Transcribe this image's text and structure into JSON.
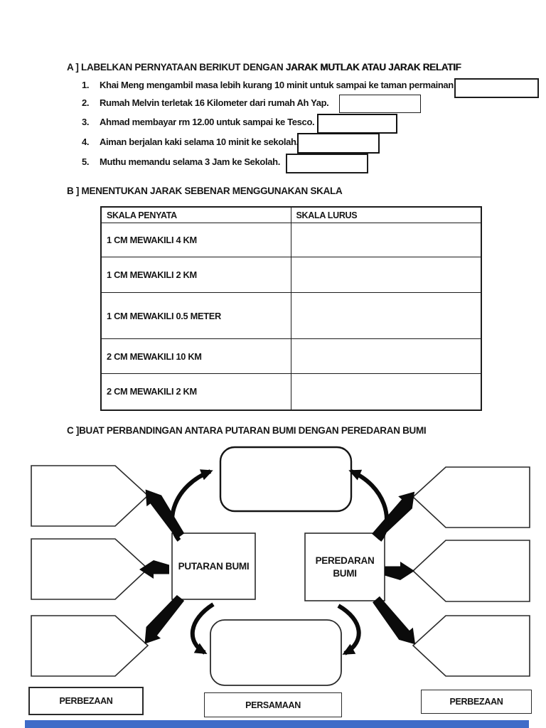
{
  "section_a": {
    "heading": {
      "prefix": "A ] LABELKAN PERNYATAAN BERIKUT DENGAN ",
      "emphasis": "JARAK MUTLAK ATAU JARAK RELATIF"
    },
    "items": [
      {
        "num": "1.",
        "text": "Khai Meng mengambil masa lebih kurang 10 minit untuk sampai ke taman permainan"
      },
      {
        "num": "2.",
        "text": "Rumah Melvin terletak 16 Kilometer dari rumah Ah Yap."
      },
      {
        "num": "3.",
        "text": "Ahmad membayar rm 12.00 untuk sampai ke Tesco."
      },
      {
        "num": "4.",
        "text": "Aiman berjalan kaki selama 10 minit ke sekolah."
      },
      {
        "num": "5.",
        "text": "Muthu memandu selama 3 Jam ke Sekolah."
      }
    ]
  },
  "section_b": {
    "heading": "B ] MENENTUKAN JARAK SEBENAR MENGGUNAKAN SKALA",
    "table": {
      "col1_header": "SKALA PENYATA",
      "col2_header": "SKALA LURUS",
      "rows": [
        "1 CM MEWAKILI 4 KM",
        "1 CM MEWAKILI 2 KM",
        "1 CM MEWAKILI 0.5 METER",
        "2 CM MEWAKILI 10 KM",
        "2 CM MEWAKILI 2 KM"
      ]
    }
  },
  "section_c": {
    "heading": "C ]BUAT PERBANDINGAN ANTARA PUTARAN BUMI DENGAN PEREDARAN BUMI",
    "putaran_label": "PUTARAN BUMI",
    "peredaran_line1": "PEREDARAN",
    "peredaran_line2": "BUMI",
    "label_left": "PERBEZAAN",
    "label_center": "PERSAMAAN",
    "label_right": "PERBEZAAN"
  },
  "footer": {
    "accent_color": "#3f6cc8"
  }
}
